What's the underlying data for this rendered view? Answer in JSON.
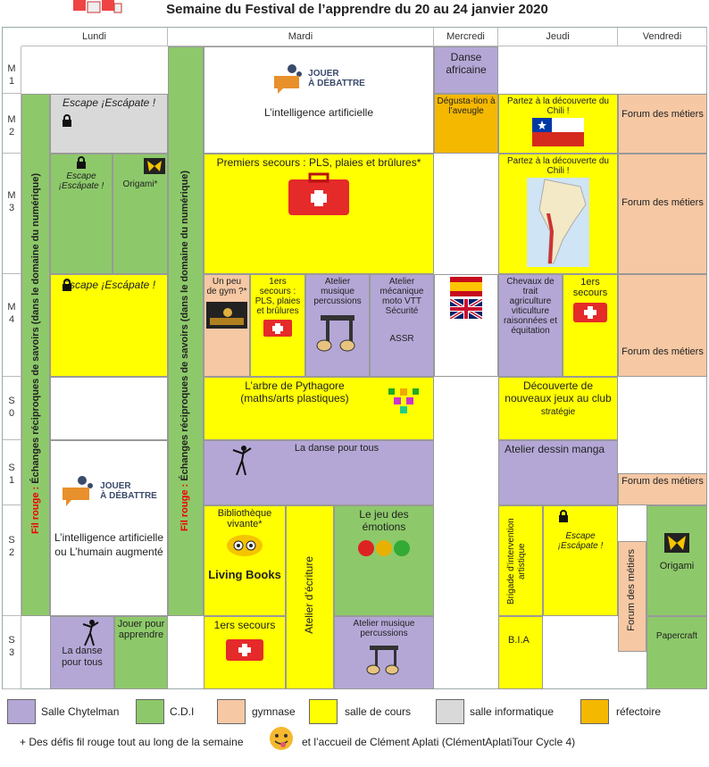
{
  "title": "Semaine du Festival de l’apprendre du 20 au 24 janvier 2020",
  "days": [
    "Lundi",
    "Mardi",
    "Mercredi",
    "Jeudi",
    "Vendredi"
  ],
  "rows": [
    [
      "M",
      "1"
    ],
    [
      "M",
      "2"
    ],
    [
      "M",
      "3"
    ],
    [
      "M",
      "4"
    ],
    [
      "S",
      "0"
    ],
    [
      "S",
      "1"
    ],
    [
      "S",
      "2"
    ],
    [
      "S",
      "3"
    ]
  ],
  "colors": {
    "purple": "#b4a7d6",
    "green": "#8dc96a",
    "salmon": "#f6c8a4",
    "yellow": "#ffff00",
    "grey": "#d9d9d9",
    "orange": "#f5b800"
  },
  "fil_rouge": {
    "prefix": "Fil rouge : ",
    "text": "Échanges réciproques de savoirs (dans le domaine du numérique)"
  },
  "jouer_logo": {
    "line1": "JOUER",
    "line2": "À DÉBATTRE"
  },
  "cells": {
    "ia_mardi": "L’intelligence artificielle",
    "danse_africaine": "Danse africaine",
    "escape1": "Escape ¡Escápate !",
    "degustation": "Dégusta-tion à l’aveugle",
    "chili": "Partez à la découverte du Chili !",
    "forum": "Forum des métiers",
    "escape_m3": "Escape ¡Escápate !",
    "origami": "Origami*",
    "premiers_secours": "Premiers secours : PLS, plaies et brûlures*",
    "escape_m4": "Escape ¡Escápate !",
    "gym": "Un peu de gym ?*",
    "secours_m4": "1ers secours : PLS, plaies et brûlures",
    "musique_m4": "Atelier musique percussions",
    "mecanique": "Atelier mécanique moto VTT Sécurité",
    "assr": "ASSR",
    "chevaux": "Chevaux de trait agriculture viticulture raisonnées et équitation",
    "secours_jeudi": "1ers secours",
    "pythagore": "L’arbre de Pythagore (maths/arts plastiques)",
    "jeux": "Découverte de nouveaux jeux au club",
    "jeux_small": "stratégie",
    "danse_pour_tous": "La danse pour tous",
    "dessin_manga": "Atelier dessin manga",
    "forum_s1": "Forum des métiers",
    "ia_lundi": "L’intelligence artificielle ou L’humain augmenté",
    "bibliotheque": "Bibliothèque vivante*",
    "living_books": "Living Books",
    "atelier_ecriture": "Atelier d’écriture",
    "emotions": "Le jeu des émotions",
    "brigade": "Brigade d’intervention artistique",
    "escape_jeudi": "Escape ¡Escápate !",
    "forum_vert": "Forum des métiers",
    "origami_v": "Origami",
    "danse_lundi": "La danse pour tous",
    "jouer_apprendre": "Jouer pour apprendre",
    "secours_s3": "1ers secours",
    "musique_s3": "Atelier musique percussions",
    "bia": "B.I.A",
    "papercraft": "Papercraft"
  },
  "legend": [
    {
      "label": "Salle Chytelman",
      "color": "#b4a7d6"
    },
    {
      "label": "C.D.I",
      "color": "#8dc96a"
    },
    {
      "label": "gymnase",
      "color": "#f6c8a4"
    },
    {
      "label": "salle de cours",
      "color": "#ffff00"
    },
    {
      "label": "salle informatique",
      "color": "#d9d9d9"
    },
    {
      "label": "réfectoire",
      "color": "#f5b800"
    }
  ],
  "footer": {
    "left": "+ Des défis fil rouge tout au long de la semaine",
    "right": "et l’accueil de Clément Aplati (ClémentAplatiTour Cycle 4)"
  }
}
